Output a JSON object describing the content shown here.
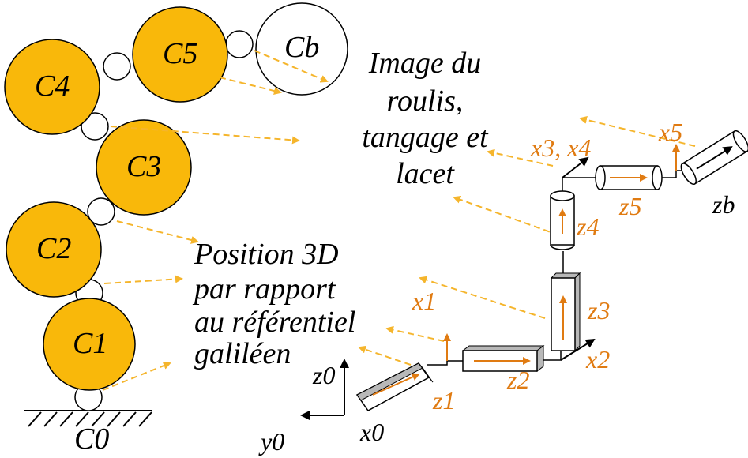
{
  "colors": {
    "gold": "#f9b80a",
    "orange": "#e07b12",
    "dashed": "#f5b52c",
    "black": "#000000",
    "bar_gray": "#b8b8b8"
  },
  "left_chain": {
    "c0": "C0",
    "c1": "C1",
    "c2": "C2",
    "c3": "C3",
    "c4": "C4",
    "c5": "C5",
    "cb": "Cb"
  },
  "captions": {
    "orientation": [
      "Image du",
      "roulis,",
      "tangage et",
      "lacet"
    ],
    "position": [
      "Position 3D",
      "par rapport",
      "au référentiel",
      "galiléen"
    ]
  },
  "frame_labels": {
    "z0": "z0",
    "y0": "y0",
    "x0": "x0",
    "z1": "z1",
    "x1": "x1",
    "z2": "z2",
    "x2": "x2",
    "z3": "z3",
    "x3_x4": "x3, x4",
    "z4": "z4",
    "z5": "z5",
    "x5": "x5",
    "zb": "zb"
  }
}
